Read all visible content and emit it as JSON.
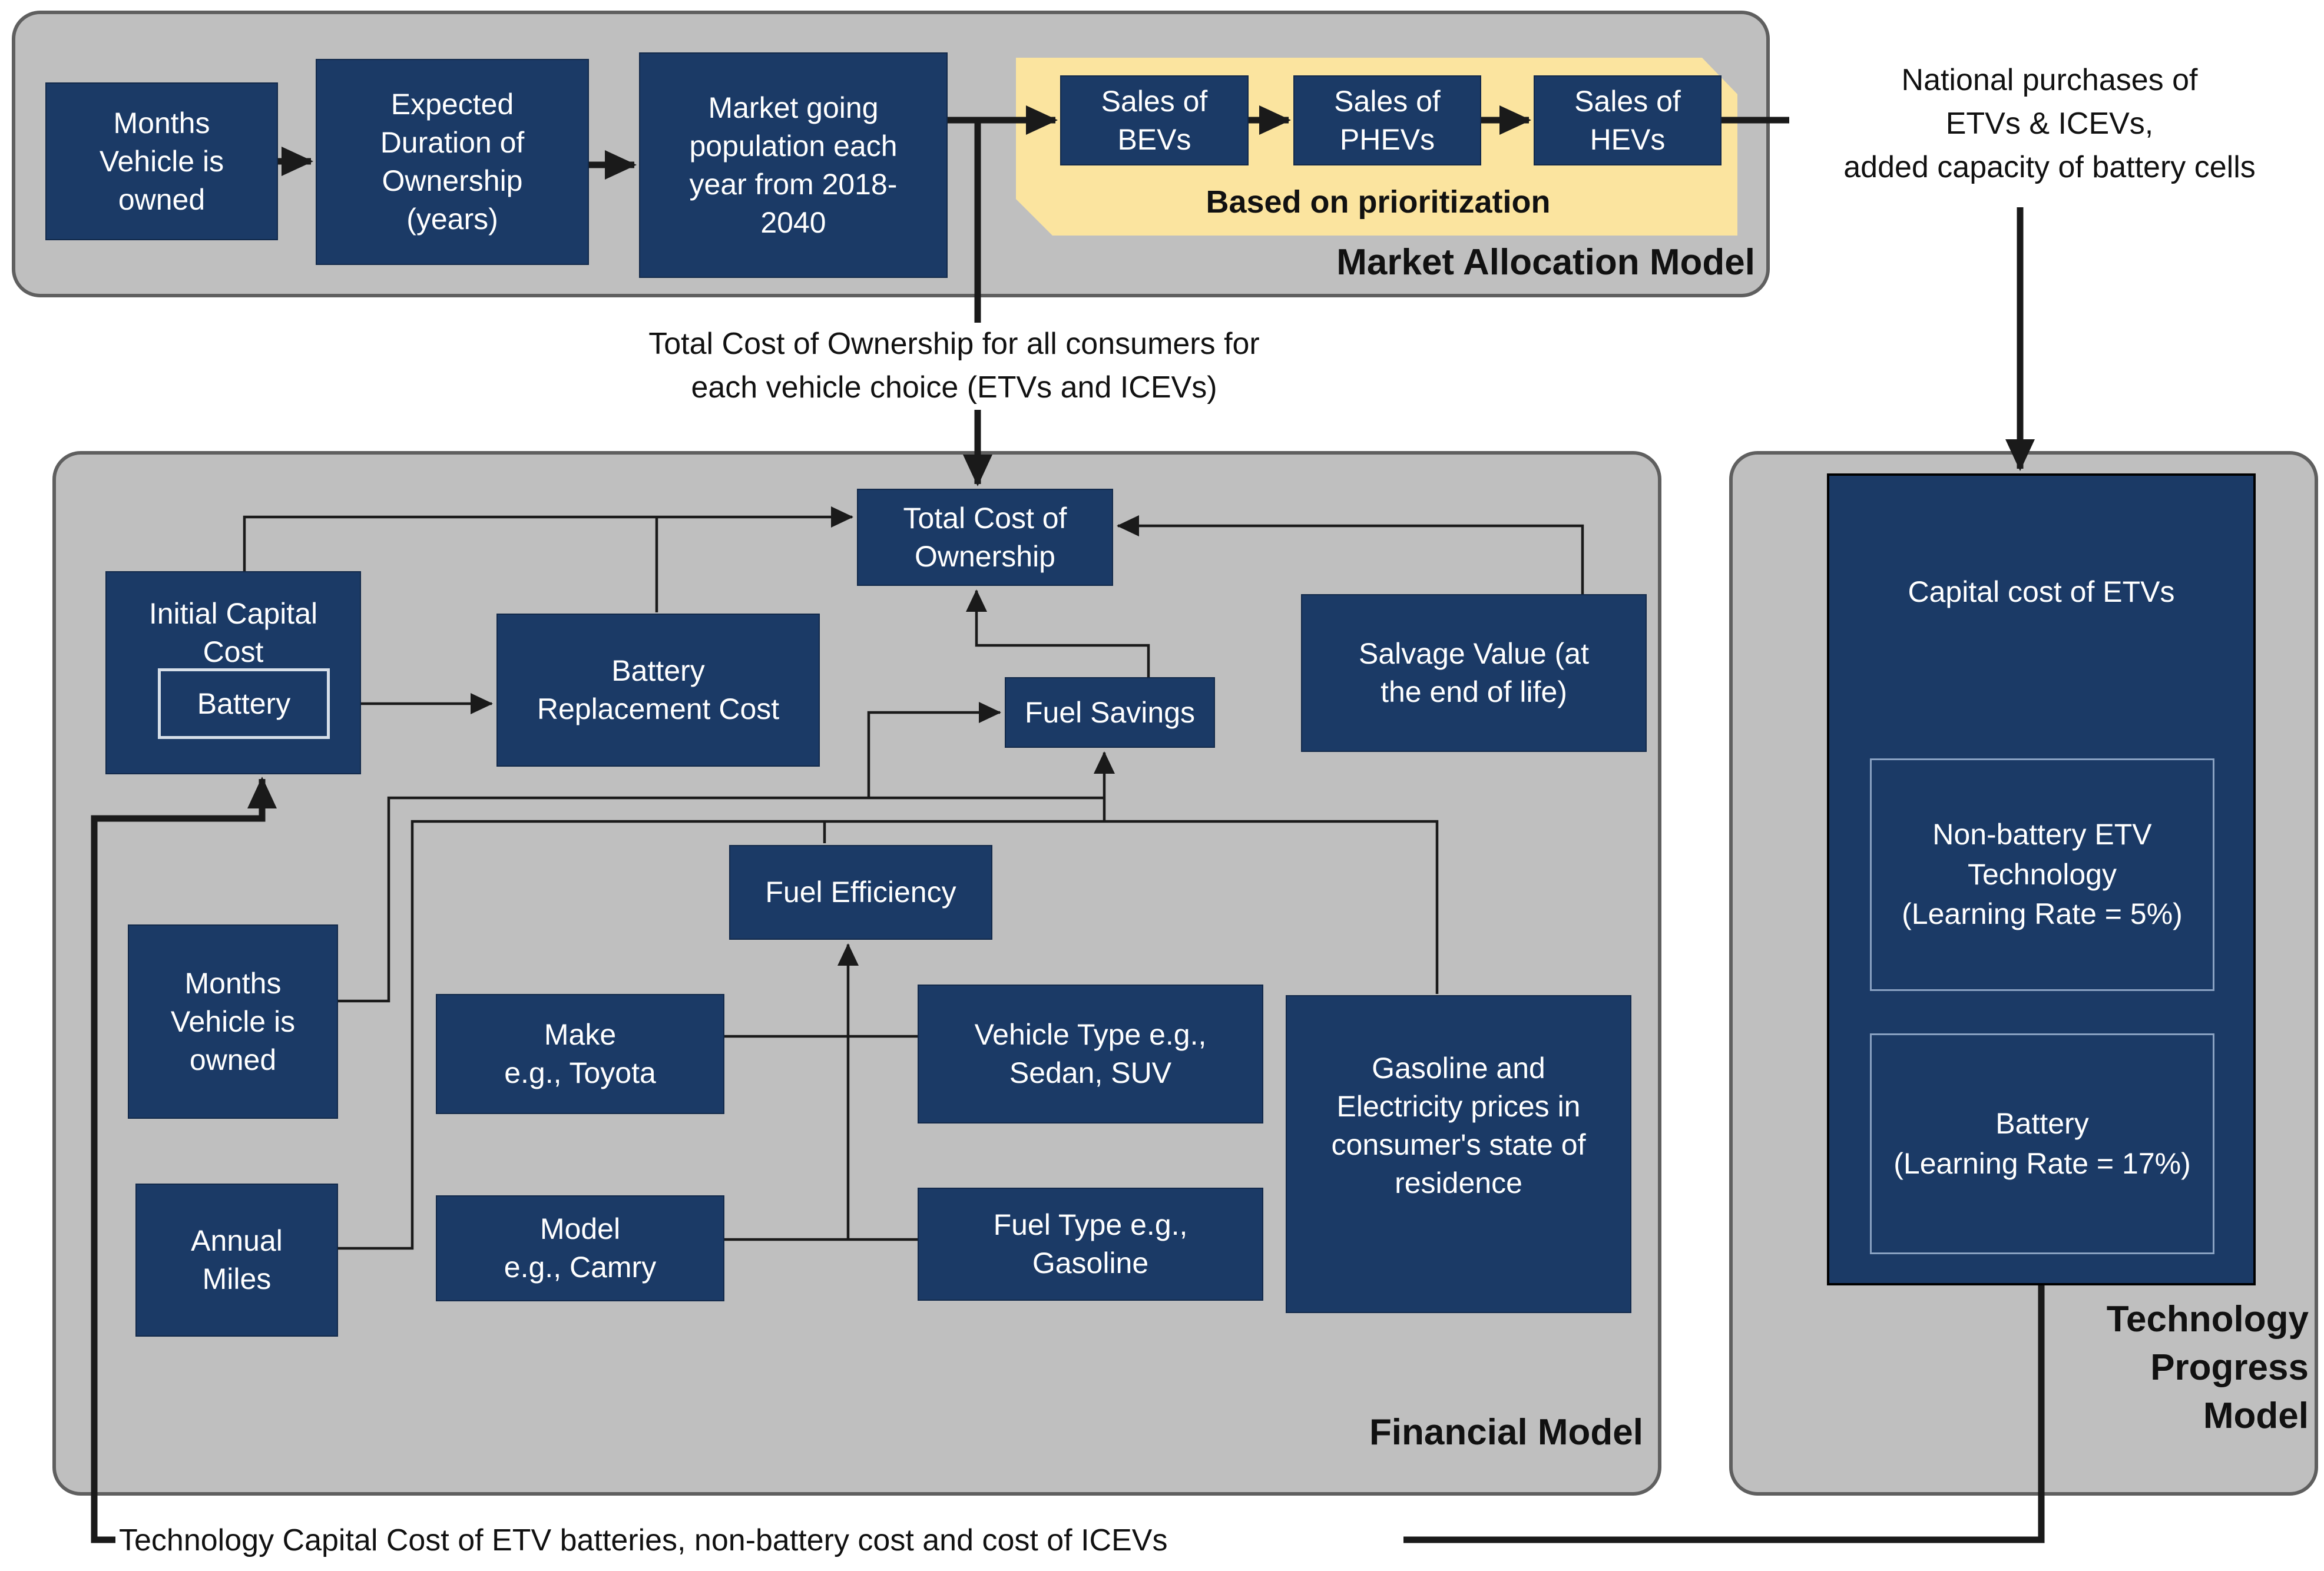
{
  "colors": {
    "navy": "#1B3A66",
    "gray": "#BFBFBF",
    "yellow": "#FBE49F",
    "line": "#1a1a1a",
    "ink": "#111111"
  },
  "market_allocation_model": {
    "label": "Market Allocation Model",
    "months_owned": "Months\nVehicle is\nowned",
    "expected_duration": "Expected\nDuration of\nOwnership\n(years)",
    "market_population": "Market going\npopulation each\nyear from 2018-\n2040",
    "sales_bevs": "Sales of\nBEVs",
    "sales_phevs": "Sales of\nPHEVs",
    "sales_hevs": "Sales of\nHEVs",
    "prioritization": "Based on prioritization"
  },
  "notes": {
    "national_purchases": "National purchases of\nETVs & ICEVs,\nadded capacity of battery cells",
    "tco_all_consumers": "Total Cost of Ownership for all consumers for\neach vehicle choice (ETVs and ICEVs)",
    "bottom_feedback": "Technology Capital Cost of ETV batteries, non-battery cost and cost of ICEVs"
  },
  "financial_model": {
    "label": "Financial Model",
    "tco": "Total Cost of\nOwnership",
    "initial_capital_cost": "Initial Capital\nCost",
    "battery": "Battery",
    "battery_replacement": "Battery\nReplacement Cost",
    "fuel_savings": "Fuel Savings",
    "salvage_value": "Salvage Value (at\nthe end of life)",
    "fuel_efficiency": "Fuel Efficiency",
    "months_owned": "Months\nVehicle is\nowned",
    "annual_miles": "Annual\nMiles",
    "make": "Make\ne.g., Toyota",
    "model": "Model\ne.g., Camry",
    "vehicle_type": "Vehicle Type e.g.,\nSedan, SUV",
    "fuel_type": "Fuel Type e.g.,\nGasoline",
    "gas_electricity": "Gasoline and\nElectricity prices in\nconsumer's state of\nresidence"
  },
  "technology_progress_model": {
    "label": "Technology\nProgress\nModel",
    "capital_cost": "Capital cost of ETVs",
    "non_battery": "Non-battery ETV\nTechnology\n(Learning Rate = 5%)",
    "battery": "Battery\n(Learning Rate = 17%)"
  }
}
